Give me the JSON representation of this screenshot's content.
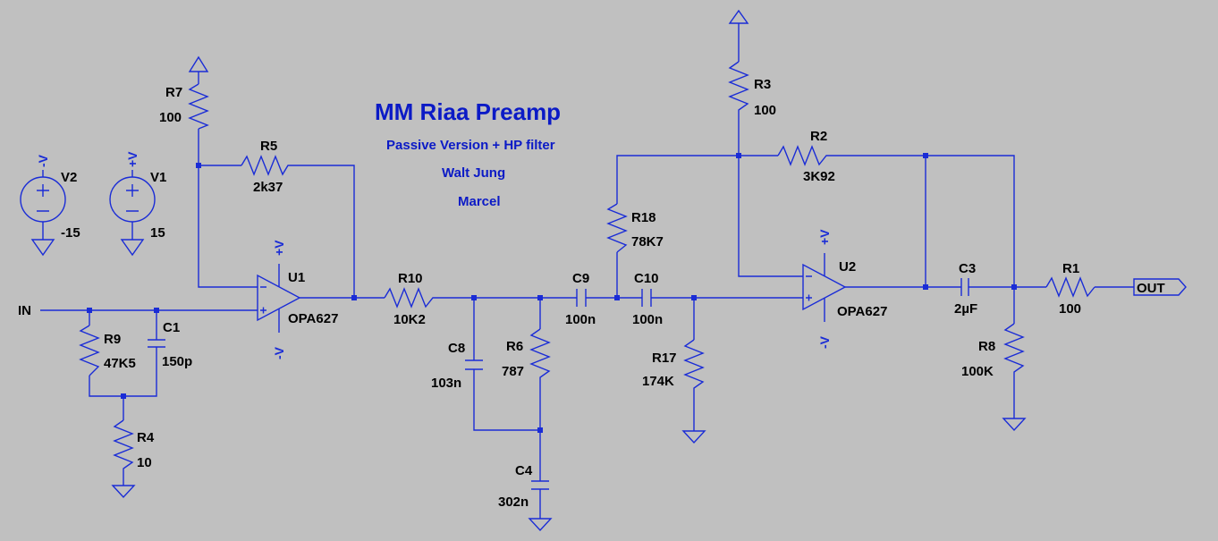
{
  "title": "MM Riaa Preamp",
  "subtitle": "Passive Version + HP filter",
  "credit1": "Walt Jung",
  "credit2": "Marcel",
  "colors": {
    "background": "#c0c0c0",
    "wire": "#1a2cd6",
    "title": "#0b1ac6",
    "text": "#000000"
  },
  "nets": {
    "in": "IN",
    "out": "OUT"
  },
  "supplies": {
    "V1": {
      "ref": "V1",
      "value": "15",
      "rail": "+V"
    },
    "V2": {
      "ref": "V2",
      "value": "-15",
      "rail": "-V"
    }
  },
  "opamps": {
    "U1": {
      "ref": "U1",
      "model": "OPA627",
      "vpos": "+V",
      "vneg": "-V"
    },
    "U2": {
      "ref": "U2",
      "model": "OPA627",
      "vpos": "+V",
      "vneg": "-V"
    }
  },
  "components": {
    "R1": {
      "ref": "R1",
      "value": "100"
    },
    "R2": {
      "ref": "R2",
      "value": "3K92"
    },
    "R3": {
      "ref": "R3",
      "value": "100"
    },
    "R4": {
      "ref": "R4",
      "value": "10"
    },
    "R5": {
      "ref": "R5",
      "value": "2k37"
    },
    "R6": {
      "ref": "R6",
      "value": "787"
    },
    "R7": {
      "ref": "R7",
      "value": "100"
    },
    "R8": {
      "ref": "R8",
      "value": "100K"
    },
    "R9": {
      "ref": "R9",
      "value": "47K5"
    },
    "R10": {
      "ref": "R10",
      "value": "10K2"
    },
    "R17": {
      "ref": "R17",
      "value": "174K"
    },
    "R18": {
      "ref": "R18",
      "value": "78K7"
    },
    "C1": {
      "ref": "C1",
      "value": "150p"
    },
    "C3": {
      "ref": "C3",
      "value": "2µF"
    },
    "C4": {
      "ref": "C4",
      "value": "302n"
    },
    "C8": {
      "ref": "C8",
      "value": "103n"
    },
    "C9": {
      "ref": "C9",
      "value": "100n"
    },
    "C10": {
      "ref": "C10",
      "value": "100n"
    }
  }
}
